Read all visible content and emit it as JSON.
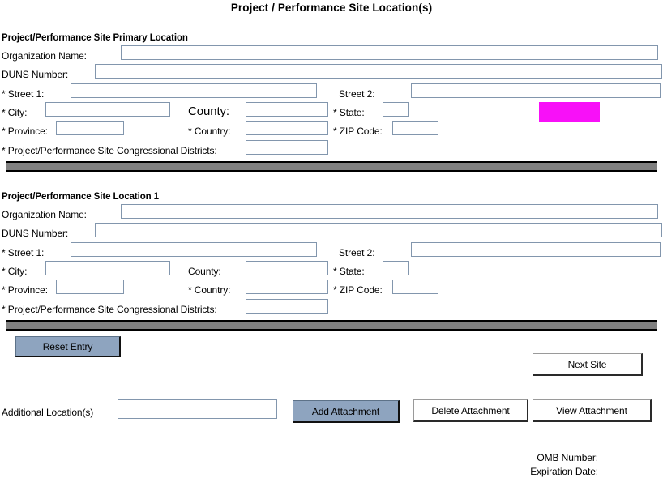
{
  "page": {
    "title": "Project / Performance Site Location(s)"
  },
  "sections": [
    {
      "heading": "Project/Performance Site Primary Location",
      "fields": {
        "organization_name_label": "Organization Name:",
        "organization_name_value": "",
        "duns_number_label": "DUNS Number:",
        "duns_number_value": "",
        "street1_label": "* Street 1:",
        "street1_value": "",
        "street2_label": "Street 2:",
        "street2_value": "",
        "city_label": "* City:",
        "city_value": "",
        "county_label": "County:",
        "county_value": "",
        "state_label": "* State:",
        "state_value": "",
        "province_label": "* Province:",
        "province_value": "",
        "country_label": "* Country:",
        "country_value": "",
        "zip_label": "* ZIP Code:",
        "zip_value": "",
        "districts_label": "* Project/Performance Site Congressional Districts:",
        "districts_value": ""
      }
    },
    {
      "heading": "Project/Performance Site Location 1",
      "fields": {
        "organization_name_label": "Organization Name:",
        "organization_name_value": "",
        "duns_number_label": "DUNS Number:",
        "duns_number_value": "",
        "street1_label": "* Street 1:",
        "street1_value": "",
        "street2_label": "Street 2:",
        "street2_value": "",
        "city_label": "* City:",
        "city_value": "",
        "county_label": "County:",
        "county_value": "",
        "state_label": "* State:",
        "state_value": "",
        "province_label": "* Province:",
        "province_value": "",
        "country_label": "* Country:",
        "country_value": "",
        "zip_label": "* ZIP Code:",
        "zip_value": "",
        "districts_label": "* Project/Performance Site Congressional Districts:",
        "districts_value": ""
      }
    }
  ],
  "highlight": {
    "color": "#f810f8"
  },
  "separator": {
    "color": "#808080"
  },
  "actions": {
    "reset_entry": "Reset Entry",
    "next_site": "Next Site",
    "add_attachment": "Add Attachment",
    "delete_attachment": "Delete Attachment",
    "view_attachment": "View  Attachment"
  },
  "additional": {
    "label": "Additional Location(s)",
    "value": ""
  },
  "footer": {
    "omb_number_label": "OMB Number:",
    "expiration_date_label": "Expiration Date:"
  }
}
